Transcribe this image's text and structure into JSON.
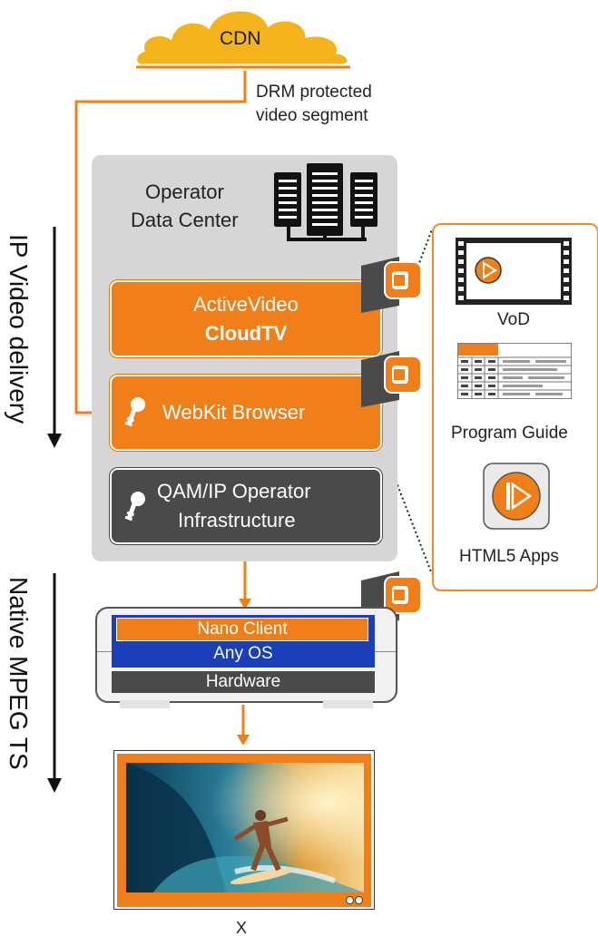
{
  "cdn": {
    "label": "CDN"
  },
  "drm": {
    "line1": "DRM protected",
    "line2": "video segment"
  },
  "data_center": {
    "line1": "Operator",
    "line2": "Data Center"
  },
  "activevideo": {
    "line1": "ActiveVideo",
    "line2": "CloudTV"
  },
  "webkit": {
    "label": "WebKit Browser"
  },
  "qam": {
    "line1": "QAM/IP Operator",
    "line2": "Infrastructure"
  },
  "side_labels": {
    "top": "IP Video delivery",
    "bottom": "Native MPEG TS"
  },
  "apps_panel": {
    "vod": "VoD",
    "guide": "Program Guide",
    "html5": "HTML5 Apps"
  },
  "set_top_box": {
    "nano": "Nano Client",
    "os": "Any OS",
    "hardware": "Hardware"
  },
  "tv": {
    "caption": "X"
  },
  "colors": {
    "accent": "#f07f1a",
    "dark": "#4a4a4a",
    "panel": "#d6d6d6",
    "os_blue": "#1a3fb8",
    "cloud": "#f5b31b"
  }
}
